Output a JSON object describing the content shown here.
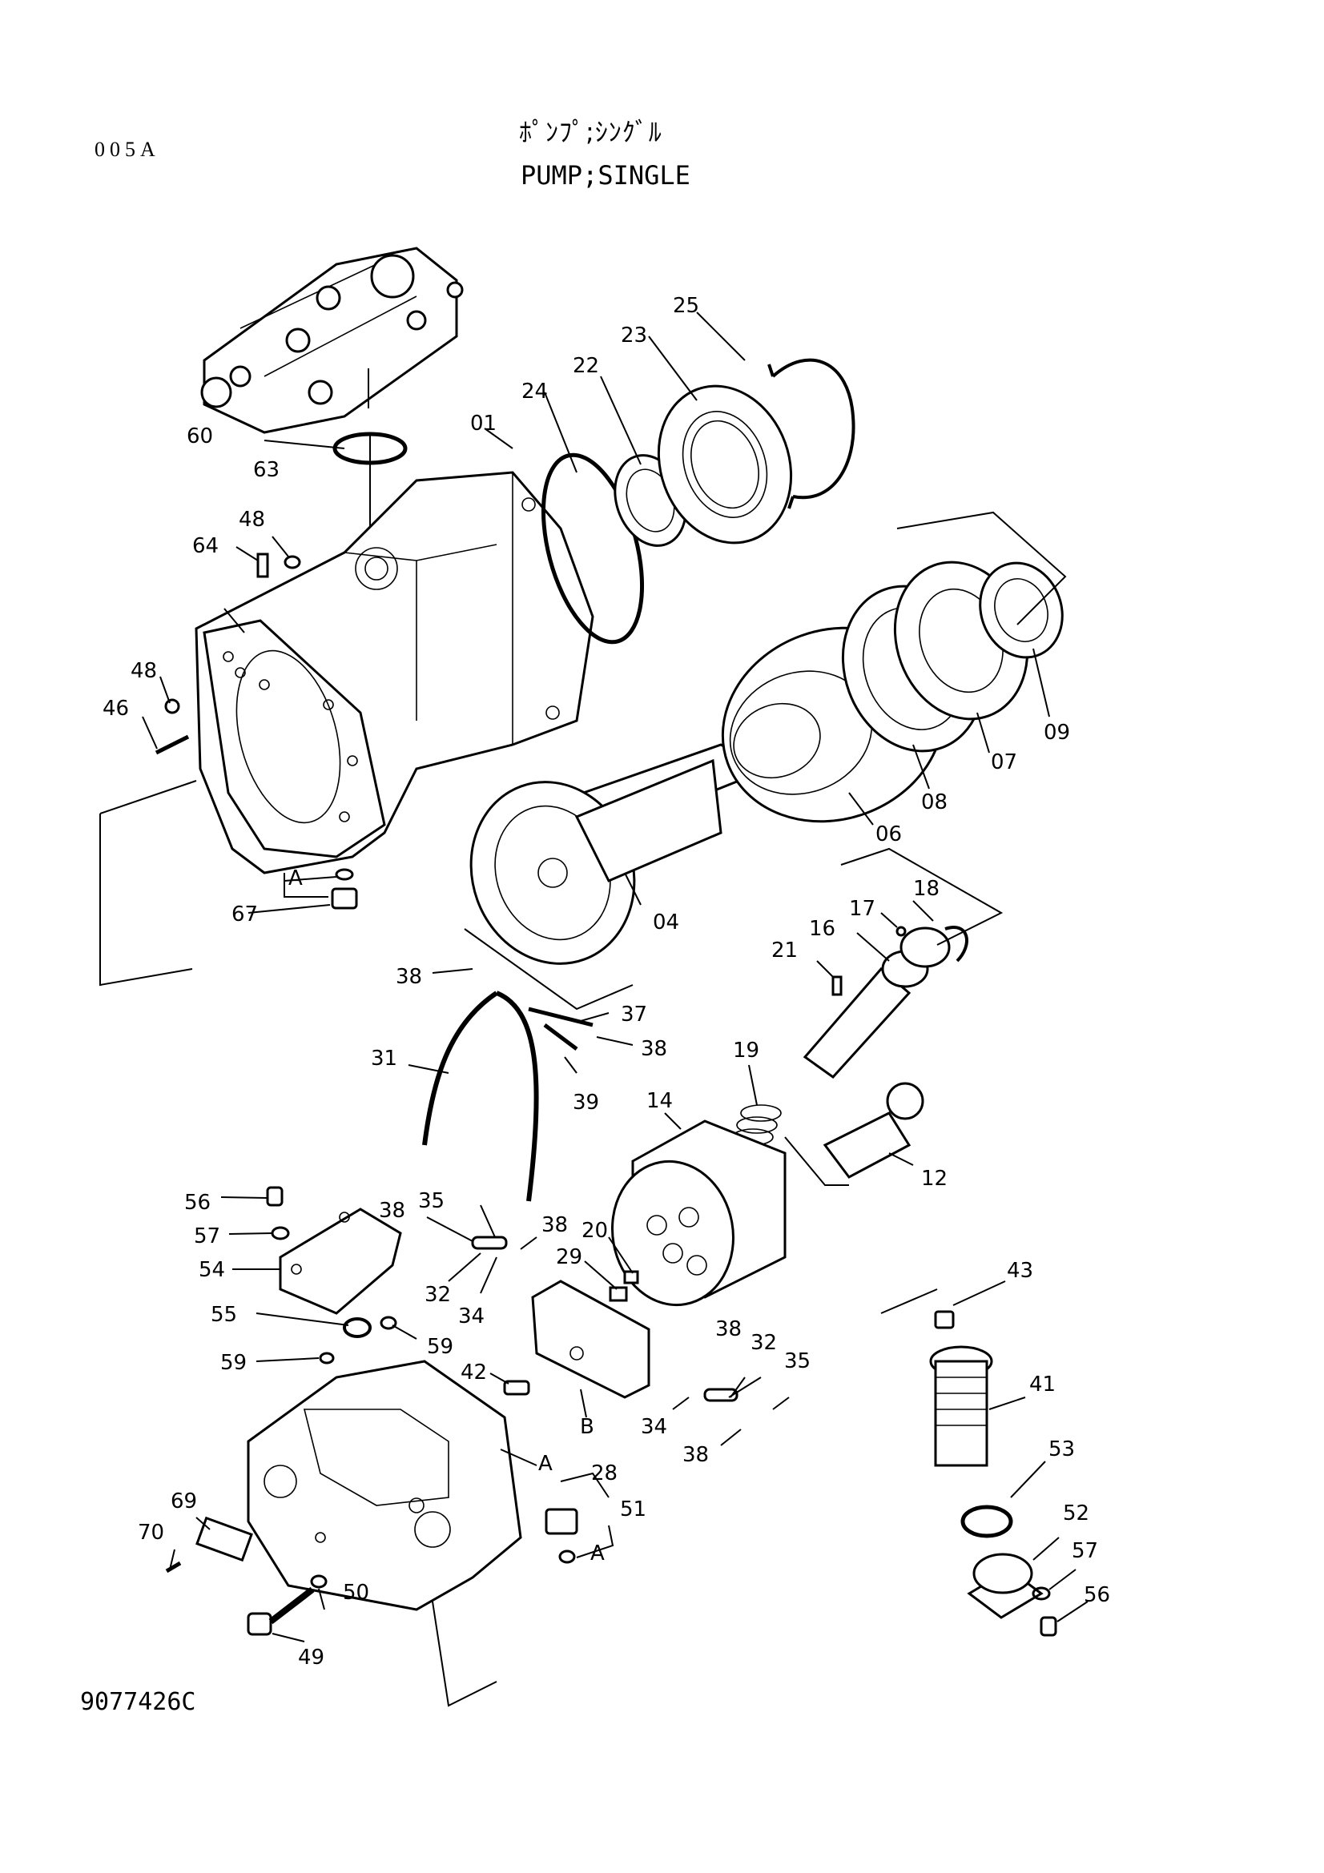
{
  "header": {
    "doc_code": "005A",
    "title_jp": "ﾎﾟﾝﾌﾟ;ｼﾝｸﾞﾙ",
    "title_en": "PUMP;SINGLE"
  },
  "footer": {
    "drawing_number": "9077426C"
  },
  "callouts": [
    {
      "id": "60",
      "text": "60"
    },
    {
      "id": "63",
      "text": "63"
    },
    {
      "id": "01",
      "text": "01"
    },
    {
      "id": "24",
      "text": "24"
    },
    {
      "id": "22",
      "text": "22"
    },
    {
      "id": "23",
      "text": "23"
    },
    {
      "id": "25",
      "text": "25"
    },
    {
      "id": "48a",
      "text": "48"
    },
    {
      "id": "64",
      "text": "64"
    },
    {
      "id": "48b",
      "text": "48"
    },
    {
      "id": "46",
      "text": "46"
    },
    {
      "id": "A1",
      "text": "A"
    },
    {
      "id": "67",
      "text": "67"
    },
    {
      "id": "09",
      "text": "09"
    },
    {
      "id": "07",
      "text": "07"
    },
    {
      "id": "08",
      "text": "08"
    },
    {
      "id": "06",
      "text": "06"
    },
    {
      "id": "04",
      "text": "04"
    },
    {
      "id": "18",
      "text": "18"
    },
    {
      "id": "17",
      "text": "17"
    },
    {
      "id": "16",
      "text": "16"
    },
    {
      "id": "21",
      "text": "21"
    },
    {
      "id": "38a",
      "text": "38"
    },
    {
      "id": "37",
      "text": "37"
    },
    {
      "id": "38b",
      "text": "38"
    },
    {
      "id": "31",
      "text": "31"
    },
    {
      "id": "39",
      "text": "39"
    },
    {
      "id": "19",
      "text": "19"
    },
    {
      "id": "14",
      "text": "14"
    },
    {
      "id": "12",
      "text": "12"
    },
    {
      "id": "56a",
      "text": "56"
    },
    {
      "id": "57a",
      "text": "57"
    },
    {
      "id": "54",
      "text": "54"
    },
    {
      "id": "38c",
      "text": "38"
    },
    {
      "id": "35a",
      "text": "35"
    },
    {
      "id": "38d",
      "text": "38"
    },
    {
      "id": "20",
      "text": "20"
    },
    {
      "id": "29",
      "text": "29"
    },
    {
      "id": "32a",
      "text": "32"
    },
    {
      "id": "34a",
      "text": "34"
    },
    {
      "id": "55",
      "text": "55"
    },
    {
      "id": "59a",
      "text": "59"
    },
    {
      "id": "59b",
      "text": "59"
    },
    {
      "id": "42",
      "text": "42"
    },
    {
      "id": "B",
      "text": "B"
    },
    {
      "id": "A2",
      "text": "A"
    },
    {
      "id": "28",
      "text": "28"
    },
    {
      "id": "38e",
      "text": "38"
    },
    {
      "id": "32b",
      "text": "32"
    },
    {
      "id": "35b",
      "text": "35"
    },
    {
      "id": "34b",
      "text": "34"
    },
    {
      "id": "38f",
      "text": "38"
    },
    {
      "id": "43",
      "text": "43"
    },
    {
      "id": "41",
      "text": "41"
    },
    {
      "id": "53",
      "text": "53"
    },
    {
      "id": "52",
      "text": "52"
    },
    {
      "id": "57b",
      "text": "57"
    },
    {
      "id": "56b",
      "text": "56"
    },
    {
      "id": "51",
      "text": "51"
    },
    {
      "id": "A3",
      "text": "A"
    },
    {
      "id": "69",
      "text": "69"
    },
    {
      "id": "70",
      "text": "70"
    },
    {
      "id": "50",
      "text": "50"
    },
    {
      "id": "49",
      "text": "49"
    }
  ]
}
